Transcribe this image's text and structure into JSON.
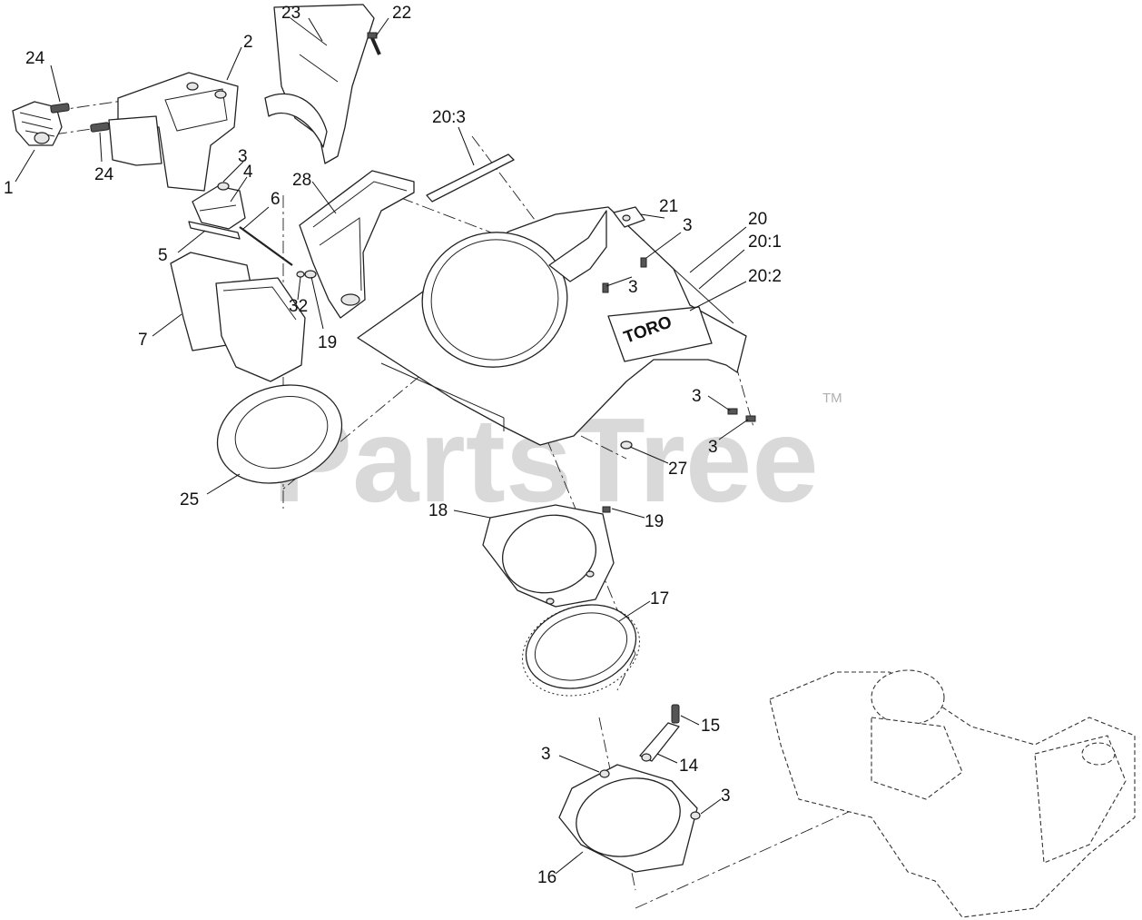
{
  "watermark": {
    "text": "PartsTree",
    "trademark": "TM"
  },
  "callouts": [
    {
      "id": "c1",
      "label": "1"
    },
    {
      "id": "c2",
      "label": "2"
    },
    {
      "id": "c3a",
      "label": "3"
    },
    {
      "id": "c3b",
      "label": "3"
    },
    {
      "id": "c3c",
      "label": "3"
    },
    {
      "id": "c3d",
      "label": "3"
    },
    {
      "id": "c3e",
      "label": "3"
    },
    {
      "id": "c3f",
      "label": "3"
    },
    {
      "id": "c3g",
      "label": "3"
    },
    {
      "id": "c4",
      "label": "4"
    },
    {
      "id": "c5",
      "label": "5"
    },
    {
      "id": "c6",
      "label": "6"
    },
    {
      "id": "c7",
      "label": "7"
    },
    {
      "id": "c14",
      "label": "14"
    },
    {
      "id": "c15",
      "label": "15"
    },
    {
      "id": "c16",
      "label": "16"
    },
    {
      "id": "c17",
      "label": "17"
    },
    {
      "id": "c18",
      "label": "18"
    },
    {
      "id": "c19a",
      "label": "19"
    },
    {
      "id": "c19b",
      "label": "19"
    },
    {
      "id": "c20",
      "label": "20"
    },
    {
      "id": "c20_1",
      "label": "20:1"
    },
    {
      "id": "c20_2",
      "label": "20:2"
    },
    {
      "id": "c20_3",
      "label": "20:3"
    },
    {
      "id": "c21",
      "label": "21"
    },
    {
      "id": "c22",
      "label": "22"
    },
    {
      "id": "c23",
      "label": "23"
    },
    {
      "id": "c24a",
      "label": "24"
    },
    {
      "id": "c24b",
      "label": "24"
    },
    {
      "id": "c25",
      "label": "25"
    },
    {
      "id": "c27",
      "label": "27"
    },
    {
      "id": "c28",
      "label": "28"
    },
    {
      "id": "c32",
      "label": "32"
    }
  ]
}
